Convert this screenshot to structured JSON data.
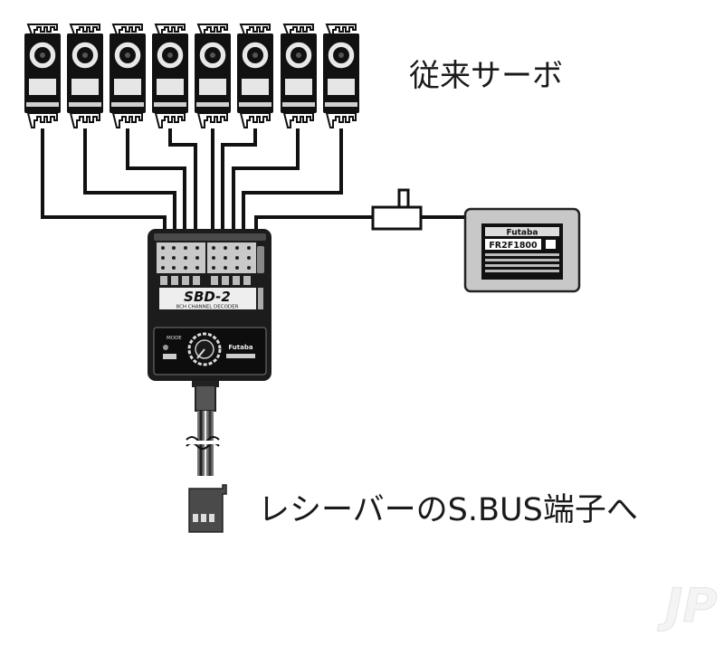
{
  "labels": {
    "conventional_servos": "従来サーボ",
    "to_receiver_sbus": "レシーバーのS.BUS端子へ"
  },
  "decoder": {
    "model": "SBD-2",
    "subtitle": "8CH CHANNEL DECODER",
    "brand": "Futaba",
    "dial_label": "MODE"
  },
  "receiver": {
    "brand": "Futaba",
    "model": "FR2F1800"
  },
  "servos": {
    "count": 8
  },
  "watermark": "JP",
  "colors": {
    "line": "#111111",
    "box": "#1a1a1a",
    "receiver_fill": "#c8c8c8",
    "connector": "#444444"
  }
}
